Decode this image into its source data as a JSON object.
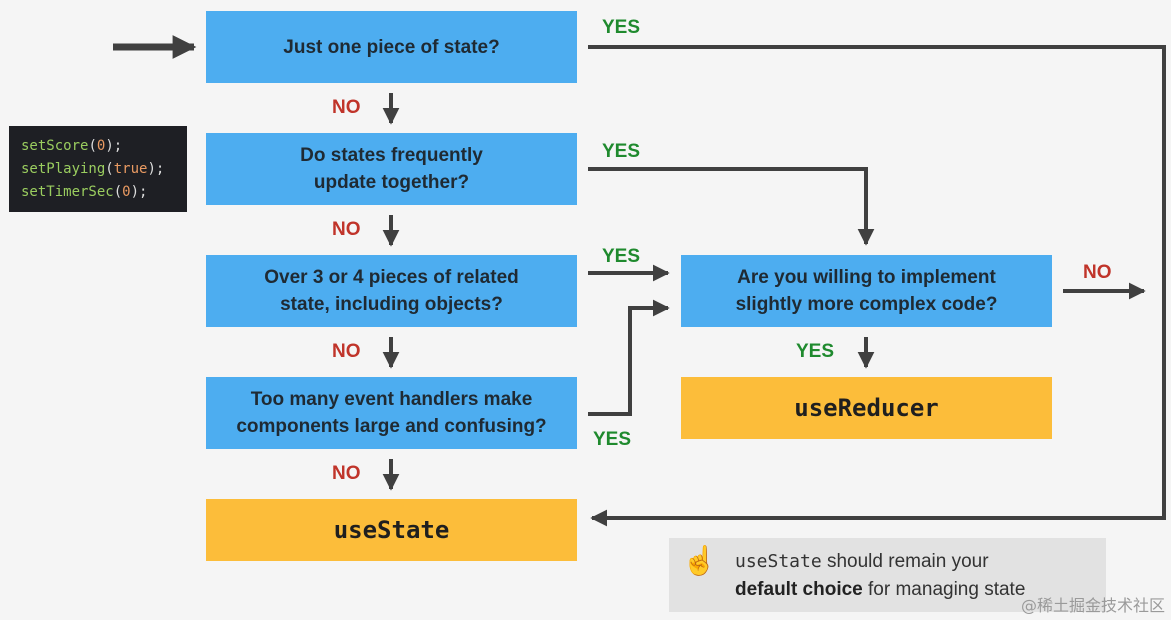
{
  "questions": {
    "q1": "Just one piece of state?",
    "q2": "Do states frequently\nupdate together?",
    "q3": "Over 3 or 4 pieces of related\nstate, including objects?",
    "q4": "Too many event handlers make\ncomponents large and confusing?",
    "q5": "Are you willing to implement\nslightly more complex code?"
  },
  "results": {
    "use_state": "useState",
    "use_reducer": "useReducer"
  },
  "labels": {
    "yes": "YES",
    "no": "NO"
  },
  "code_snippet": [
    {
      "fn": "setScore",
      "arg": "0"
    },
    {
      "fn": "setPlaying",
      "arg": "true"
    },
    {
      "fn": "setTimerSec",
      "arg": "0"
    }
  ],
  "note": {
    "code": "useState",
    "text1": " should remain your",
    "bold": "default choice",
    "text2": " for managing state",
    "icon": "pointing-up-hand-icon"
  },
  "watermark": "@稀土掘金技术社区",
  "colors": {
    "question_box": "#4dadf0",
    "result_box": "#fcbd3a",
    "yes": "#1f8a2e",
    "no": "#c0342a",
    "arrow": "#404040"
  }
}
